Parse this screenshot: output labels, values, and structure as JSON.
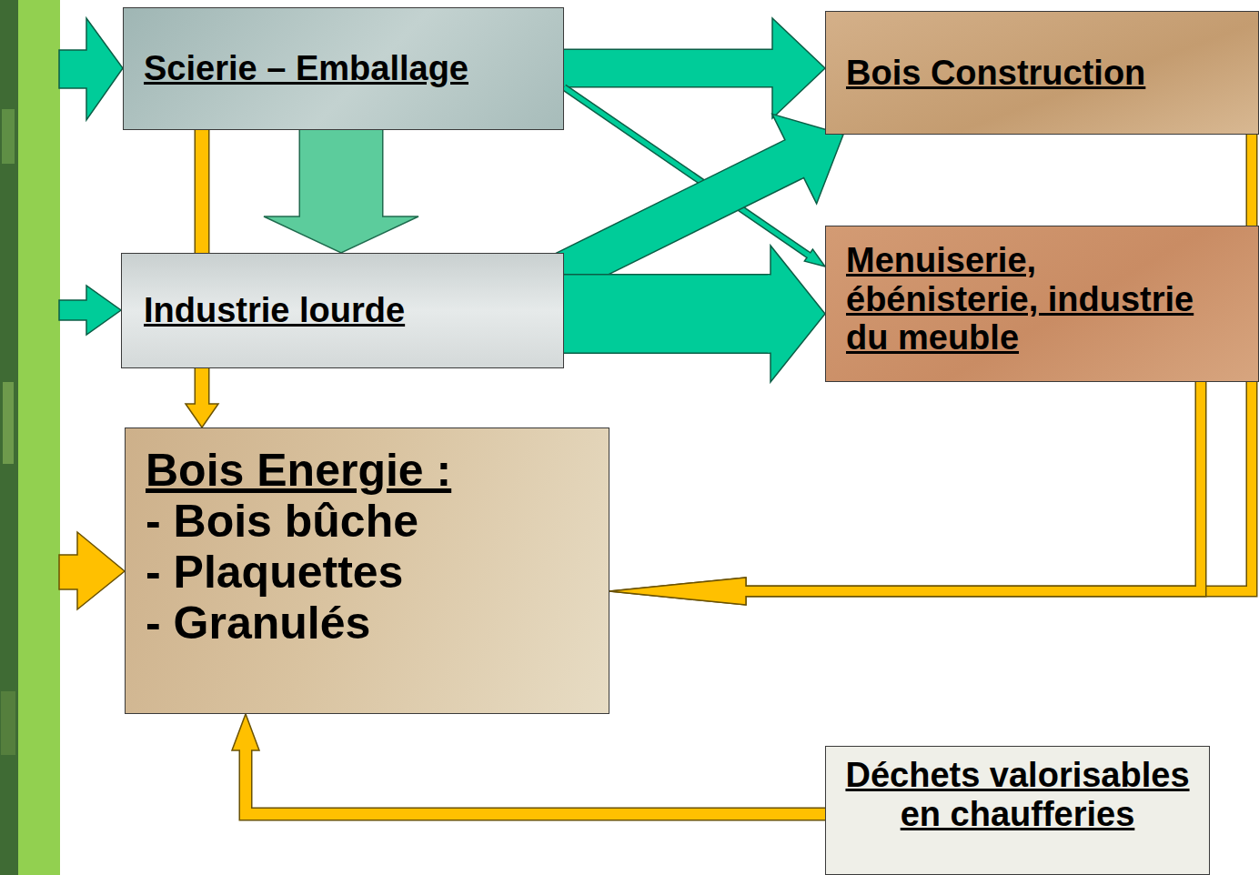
{
  "diagram": {
    "nodes": [
      {
        "text": [
          "Scierie – Emballage"
        ]
      },
      {
        "text": [
          "Bois Construction"
        ]
      },
      {
        "text": [
          "Industrie lourde"
        ]
      },
      {
        "text": [
          "Menuiserie, ébénisterie, industrie du meuble"
        ]
      },
      {
        "text": [
          "Bois Energie :",
          "- Bois bûche",
          "- Plaquettes",
          "- Granulés"
        ]
      },
      {
        "text": [
          "Déchets valorisables en chaufferies"
        ]
      }
    ],
    "edges": [
      {
        "from": 0,
        "to": 1,
        "arrow": "to"
      },
      {
        "from": 0,
        "to": 3,
        "arrow": "to"
      },
      {
        "from": 0,
        "to": 2,
        "arrow": "to"
      },
      {
        "from": 0,
        "to": 2,
        "arrow": "none"
      },
      {
        "from": 2,
        "to": 1,
        "arrow": "to"
      },
      {
        "from": 2,
        "to": 3,
        "arrow": "to"
      },
      {
        "from": 2,
        "to": 4,
        "arrow": "to"
      },
      {
        "from": 1,
        "to": 4,
        "arrow": "to"
      },
      {
        "from": 3,
        "to": 4,
        "arrow": "to"
      },
      {
        "from": 5,
        "to": 4,
        "arrow": "to"
      }
    ]
  }
}
